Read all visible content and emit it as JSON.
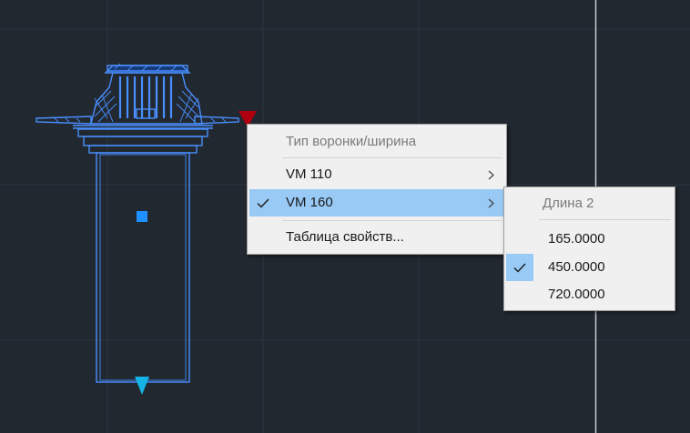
{
  "context_menu": {
    "header": "Тип воронки/ширина",
    "items": [
      {
        "label": "VM 110",
        "checked": false,
        "has_submenu": true
      },
      {
        "label": "VM 160",
        "checked": true,
        "has_submenu": true
      },
      {
        "label": "Таблица свойств...",
        "checked": false,
        "has_submenu": false
      }
    ]
  },
  "submenu": {
    "header": "Длина 2",
    "items": [
      {
        "label": "165.0000",
        "checked": false
      },
      {
        "label": "450.0000",
        "checked": true
      },
      {
        "label": "720.0000",
        "checked": false
      }
    ]
  },
  "colors": {
    "background": "#212830",
    "drawing": "#4a8fff",
    "grip_square": "#1e90ff",
    "grip_arrow_cyan": "#14b4e6",
    "grip_arrow_red": "#b00010",
    "menu_bg": "#f0f0f0",
    "menu_highlight": "#99c9f5"
  },
  "icons": [
    "checkmark-icon",
    "chevron-right-icon"
  ]
}
